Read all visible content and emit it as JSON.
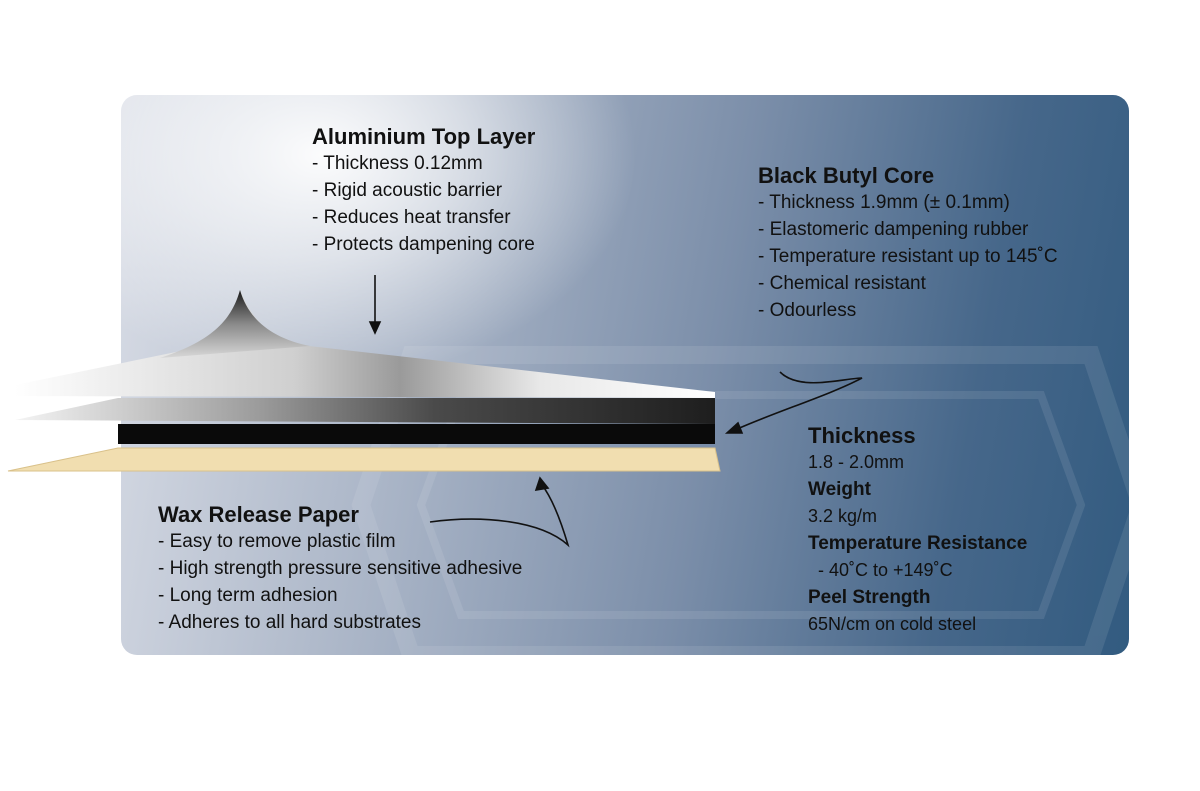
{
  "aluminium": {
    "title": "Aluminium Top Layer",
    "items": [
      "- Thickness 0.12mm",
      "- Rigid acoustic barrier",
      "- Reduces heat transfer",
      "- Protects dampening core"
    ]
  },
  "butyl": {
    "title": "Black Butyl Core",
    "items": [
      "- Thickness 1.9mm (± 0.1mm)",
      "- Elastomeric dampening rubber",
      "- Temperature resistant up to 145˚C",
      "- Chemical resistant",
      "- Odourless"
    ]
  },
  "wax": {
    "title": "Wax Release Paper",
    "items": [
      "- Easy to remove plastic film",
      "- High strength pressure sensitive adhesive",
      "- Long term adhesion",
      "- Adheres to all hard substrates"
    ]
  },
  "specs": [
    {
      "label": "Thickness",
      "value": "1.8 - 2.0mm"
    },
    {
      "label": "Weight",
      "value": "3.2 kg/m"
    },
    {
      "label": "Temperature Resistance",
      "value": "  - 40˚C to +149˚C"
    },
    {
      "label": "Peel Strength",
      "value": "65N/cm on cold steel"
    }
  ],
  "colors": {
    "text": "#111111",
    "paper": "#f1deb0",
    "butyl": "#0a0a0a",
    "aluminium": "#e6e6e6"
  }
}
